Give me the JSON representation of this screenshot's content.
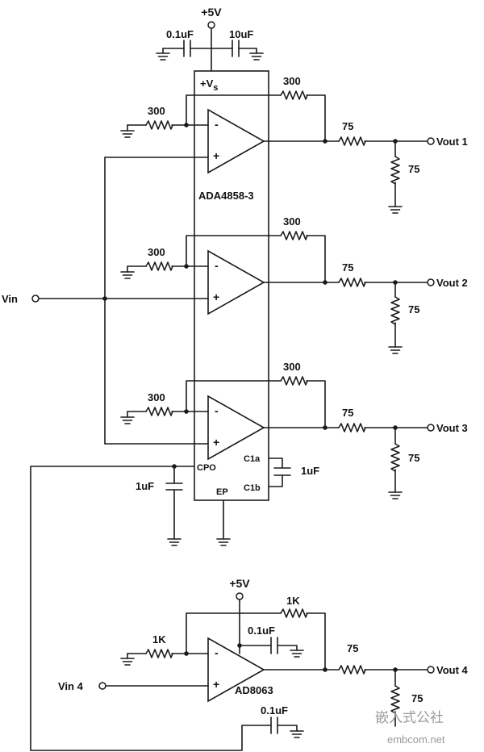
{
  "supply": {
    "label": "+5V"
  },
  "caps": {
    "c1": "0.1uF",
    "c2": "10uF",
    "cpo": "1uF",
    "c1ab": "1uF",
    "bottom_bypass": "0.1uF",
    "bottom_out": "0.1uF"
  },
  "chip": {
    "name": "ADA4858-3",
    "vs_label": "+V",
    "vs_sub": "s",
    "cpo": "CPO",
    "c1a": "C1a",
    "c1b": "C1b",
    "ep": "EP"
  },
  "channels": [
    {
      "rg": "300",
      "rf": "300",
      "rs": "75",
      "rt": "75",
      "out": "Vout 1"
    },
    {
      "rg": "300",
      "rf": "300",
      "rs": "75",
      "rt": "75",
      "out": "Vout 2"
    },
    {
      "rg": "300",
      "rf": "300",
      "rs": "75",
      "rt": "75",
      "out": "Vout 3"
    }
  ],
  "input": {
    "label": "Vin"
  },
  "bottom": {
    "supply": "+5V",
    "rg": "1K",
    "rf": "1K",
    "rs": "75",
    "rt": "75",
    "chip": "AD8063",
    "in": "Vin 4",
    "out": "Vout 4"
  },
  "watermark": {
    "cn": "嵌入式公社",
    "url": "embcom.net"
  }
}
